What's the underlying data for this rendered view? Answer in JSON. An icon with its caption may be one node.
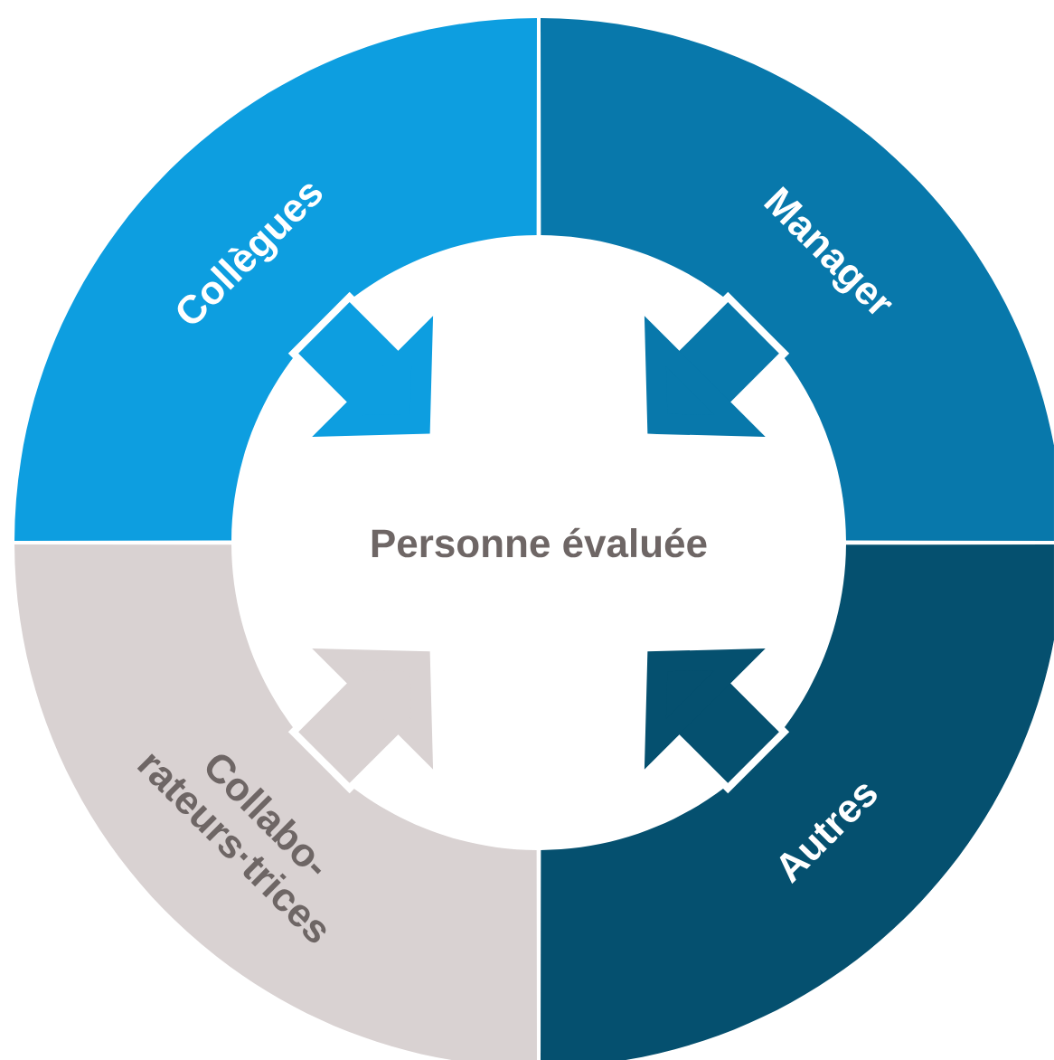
{
  "diagram": {
    "nodes": [
      {
        "text": [
          "Personne évaluée"
        ]
      },
      {
        "text": [
          "Collègues"
        ]
      },
      {
        "text": [
          "Manager"
        ]
      },
      {
        "text": [
          "Collabo- rateurs·trices"
        ]
      },
      {
        "text": [
          "Autres"
        ]
      }
    ],
    "edges": [
      {
        "from": 1,
        "to": null,
        "arrow": "to"
      },
      {
        "from": 2,
        "to": null,
        "arrow": "to"
      },
      {
        "from": 3,
        "to": null,
        "arrow": "to"
      },
      {
        "from": 4,
        "to": null,
        "arrow": "to"
      }
    ]
  }
}
